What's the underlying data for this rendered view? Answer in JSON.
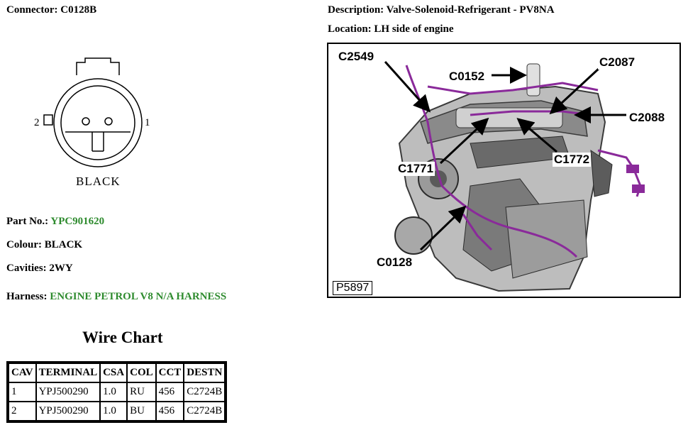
{
  "connector": {
    "label": "Connector:",
    "value": "C0128B"
  },
  "description": {
    "label": "Description:",
    "value": "Valve-Solenoid-Refrigerant - PV8NA"
  },
  "location": {
    "label": "Location:",
    "value": "LH side of engine"
  },
  "drawing": {
    "caption": "BLACK",
    "pin_left": "2",
    "pin_right": "1"
  },
  "part_no": {
    "label": "Part No.:",
    "value": "YPC901620"
  },
  "colour": {
    "label": "Colour:",
    "value": "BLACK"
  },
  "cavities": {
    "label": "Cavities:",
    "value": "2WY"
  },
  "harness": {
    "label": "Harness:",
    "value": "ENGINE PETROL V8 N/A HARNESS"
  },
  "wire_chart": {
    "title": "Wire Chart",
    "headers": [
      "CAV",
      "TERMINAL",
      "CSA",
      "COL",
      "CCT",
      "DESTN"
    ],
    "rows": [
      [
        "1",
        "YPJ500290",
        "1.0",
        "RU",
        "456",
        "C2724B"
      ],
      [
        "2",
        "YPJ500290",
        "1.0",
        "BU",
        "456",
        "C2724B"
      ]
    ]
  },
  "figure": {
    "reference": "P5897",
    "callouts": [
      "C2549",
      "C0152",
      "C2087",
      "C2088",
      "C1772",
      "C1771",
      "C0128"
    ],
    "colors": {
      "harness": "#8a2a9a",
      "engine_dark": "#3a3a3a",
      "engine_mid": "#8a8a8a",
      "engine_light": "#c8c8c8"
    }
  },
  "colors": {
    "link_green": "#2e8b2e"
  }
}
